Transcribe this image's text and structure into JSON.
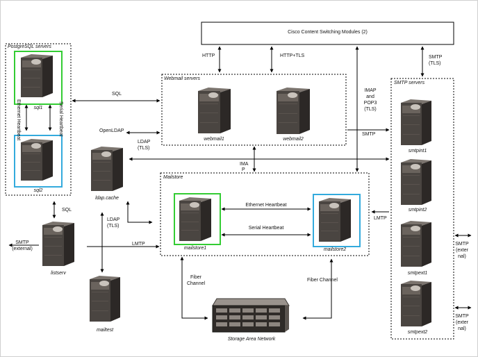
{
  "cisco": {
    "label": "Cisco Content Switching Modules (2)"
  },
  "groups": {
    "postgres": "PostgreSQL servers",
    "webmail": "Webmail servers",
    "mailstore": "Mailstore",
    "smtp": "SMTP servers"
  },
  "servers": {
    "sql1": "sql1",
    "sql2": "sql2",
    "ldap_cache": "ldap.cache",
    "listserv": "listserv",
    "mailtest": "mailtest",
    "webmail1": "webmail1",
    "webmail2": "webmail2",
    "mailstore1": "mailstore1",
    "mailstore2": "mailstore2",
    "smtpint1": "smtpint1",
    "smtpint2": "smtpint2",
    "smtpext1": "smtpext1",
    "smtpext2": "smtpext2"
  },
  "san": {
    "label": "Storage Area Network"
  },
  "labels": {
    "http": "HTTP",
    "https": "HTTP+TLS",
    "smtp_tls_1": "SMTP",
    "smtp_tls_2": "(TLS)",
    "sql_top": "SQL",
    "openldap": "OpenLDAP",
    "ldap_tls_a1": "LDAP",
    "ldap_tls_a2": "(TLS)",
    "imap_1": "IMA",
    "imap_2": "P",
    "imap_pop3_1": "IMAP",
    "imap_pop3_2": "and",
    "imap_pop3_3": "POP3",
    "imap_pop3_4": "(TLS)",
    "smtp_mid": "SMTP",
    "ethernet_heartbeat_v": "Ethernet Heartbeat",
    "serial_heartbeat_v": "Serial Heartbeat",
    "sql_bottom": "SQL",
    "ldap_tls_b1": "LDAP",
    "ldap_tls_b2": "(TLS)",
    "lmtp_left": "LMTP",
    "lmtp_right": "LMTP",
    "smtp_external_1": "SMTP",
    "smtp_external_2": "(external)",
    "ethernet_heartbeat_h": "Ethernet Heartbeat",
    "serial_heartbeat_h": "Serial Heartbeat",
    "fiber_left_1": "Fiber",
    "fiber_left_2": "Channel",
    "fiber_right": "Fiber Channel",
    "smtp_ext_r1_1": "SMTP",
    "smtp_ext_r1_2": "(exter",
    "smtp_ext_r1_3": "nal)",
    "smtp_ext_r2_1": "SMTP",
    "smtp_ext_r2_2": "(exter",
    "smtp_ext_r2_3": "nal)"
  },
  "colors": {
    "primary_highlight": "#33cc33",
    "secondary_highlight": "#33aadd",
    "server_body": "#4a4541"
  }
}
